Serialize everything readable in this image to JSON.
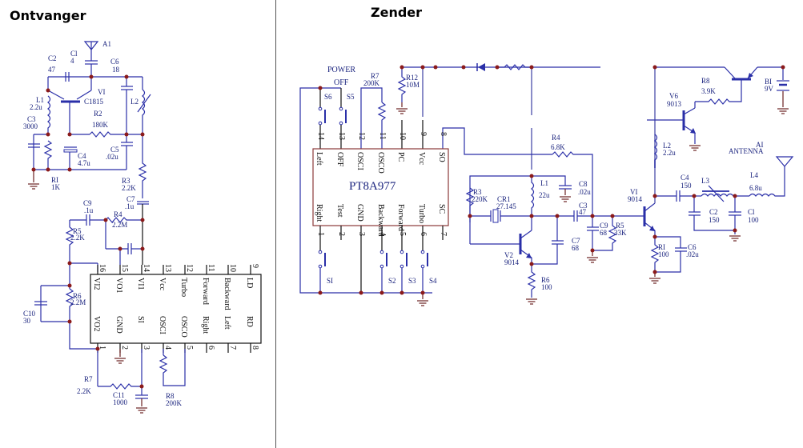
{
  "titles": {
    "receiver": "Ontvanger",
    "transmitter": "Zender"
  },
  "receiver": {
    "ic_pins_top": [
      {
        "num": "16",
        "name": "VI2"
      },
      {
        "num": "15",
        "name": "VO1"
      },
      {
        "num": "14",
        "name": "VI1"
      },
      {
        "num": "13",
        "name": "Vcc"
      },
      {
        "num": "12",
        "name": "Turbo"
      },
      {
        "num": "11",
        "name": "Forward"
      },
      {
        "num": "10",
        "name": "Backward"
      },
      {
        "num": "9",
        "name": "LD"
      }
    ],
    "ic_pins_bottom": [
      {
        "num": "1",
        "name": "VO2"
      },
      {
        "num": "2",
        "name": "GND"
      },
      {
        "num": "3",
        "name": "SI"
      },
      {
        "num": "4",
        "name": "OSCI"
      },
      {
        "num": "5",
        "name": "OSCO"
      },
      {
        "num": "6",
        "name": "Right"
      },
      {
        "num": "7",
        "name": "Left"
      },
      {
        "num": "8",
        "name": "RD"
      }
    ],
    "components": {
      "A1": {
        "ref": "A1"
      },
      "C1": {
        "ref": "Cl",
        "value": "4"
      },
      "C2": {
        "ref": "C2",
        "value": "47"
      },
      "C6": {
        "ref": "C6",
        "value": "18"
      },
      "V1": {
        "ref": "VI",
        "value": "C1815"
      },
      "L1": {
        "ref": "L1",
        "value": "2.2u"
      },
      "L2": {
        "ref": "L2"
      },
      "R2": {
        "ref": "R2",
        "value": "180K"
      },
      "C3": {
        "ref": "C3",
        "value": "3000"
      },
      "C4": {
        "ref": "C4",
        "value": "4.7u"
      },
      "C5": {
        "ref": "C5",
        "value": ".02u"
      },
      "R1": {
        "ref": "RI",
        "value": "1K"
      },
      "R3": {
        "ref": "R3",
        "value": "2.2K"
      },
      "C7": {
        "ref": "C7",
        "value": ".1u"
      },
      "C9": {
        "ref": "C9",
        "value": ".1u"
      },
      "R4": {
        "ref": "R4",
        "value": "2.2M"
      },
      "R5": {
        "ref": "R5",
        "value": "2.2K"
      },
      "R6": {
        "ref": "R6",
        "value": "2.2M"
      },
      "C10": {
        "ref": "C10",
        "value": "30"
      },
      "R7": {
        "ref": "R7",
        "value": "2.2K"
      },
      "C11": {
        "ref": "C11",
        "value": "1000"
      },
      "R8": {
        "ref": "R8",
        "value": "200K"
      }
    }
  },
  "transmitter": {
    "ic_name": "PT8A977",
    "ic_pins_top": [
      {
        "num": "14",
        "name": "Left"
      },
      {
        "num": "13",
        "name": "OFF"
      },
      {
        "num": "12",
        "name": "OSCI"
      },
      {
        "num": "11",
        "name": "OSCO"
      },
      {
        "num": "10",
        "name": "PC"
      },
      {
        "num": "9",
        "name": "Vcc"
      },
      {
        "num": "8",
        "name": "SO"
      }
    ],
    "ic_pins_bottom": [
      {
        "num": "1",
        "name": "Right"
      },
      {
        "num": "2",
        "name": "Test"
      },
      {
        "num": "3",
        "name": "GND"
      },
      {
        "num": "4",
        "name": "Backward"
      },
      {
        "num": "5",
        "name": "Forward"
      },
      {
        "num": "6",
        "name": "Turbo"
      },
      {
        "num": "7",
        "name": "SC"
      }
    ],
    "labels": {
      "power": "POWER",
      "off": "OFF",
      "antenna": "ANTENNA"
    },
    "components": {
      "S1": {
        "ref": "SI"
      },
      "S2": {
        "ref": "S2"
      },
      "S3": {
        "ref": "S3"
      },
      "S4": {
        "ref": "S4"
      },
      "S5": {
        "ref": "S5"
      },
      "S6": {
        "ref": "S6"
      },
      "R7": {
        "ref": "R7",
        "value": "200K"
      },
      "R12": {
        "ref": "R12",
        "value": "10M"
      },
      "R4": {
        "ref": "R4",
        "value": "6.8K"
      },
      "R3": {
        "ref": "R3",
        "value": "220K"
      },
      "CR1": {
        "ref": "CR1",
        "value": "27.145"
      },
      "L1": {
        "ref": "L1",
        "value": "22u"
      },
      "C8": {
        "ref": "C8",
        "value": ".02u"
      },
      "C3": {
        "ref": "C3",
        "value": "47"
      },
      "C7": {
        "ref": "C7",
        "value": "68"
      },
      "C9": {
        "ref": "C9",
        "value": "68"
      },
      "R5": {
        "ref": "R5",
        "value": "33K"
      },
      "V2": {
        "ref": "V2",
        "value": "9014"
      },
      "R6": {
        "ref": "R6",
        "value": "100"
      },
      "V1": {
        "ref": "VI",
        "value": "9014"
      },
      "R1": {
        "ref": "RI",
        "value": "100"
      },
      "C6": {
        "ref": "C6",
        "value": ".02u"
      },
      "C4": {
        "ref": "C4",
        "value": "150"
      },
      "L3": {
        "ref": "L3"
      },
      "C2": {
        "ref": "C2",
        "value": "150"
      },
      "C1": {
        "ref": "Cl",
        "value": "100"
      },
      "L4": {
        "ref": "L4",
        "value": "6.8u"
      },
      "A1": {
        "ref": "AI"
      },
      "L2": {
        "ref": "L2",
        "value": "2.2u"
      },
      "V6": {
        "ref": "V6",
        "value": "9013"
      },
      "R8": {
        "ref": "R8",
        "value": "3.9K"
      },
      "B1": {
        "ref": "BI",
        "value": "9V"
      }
    }
  }
}
